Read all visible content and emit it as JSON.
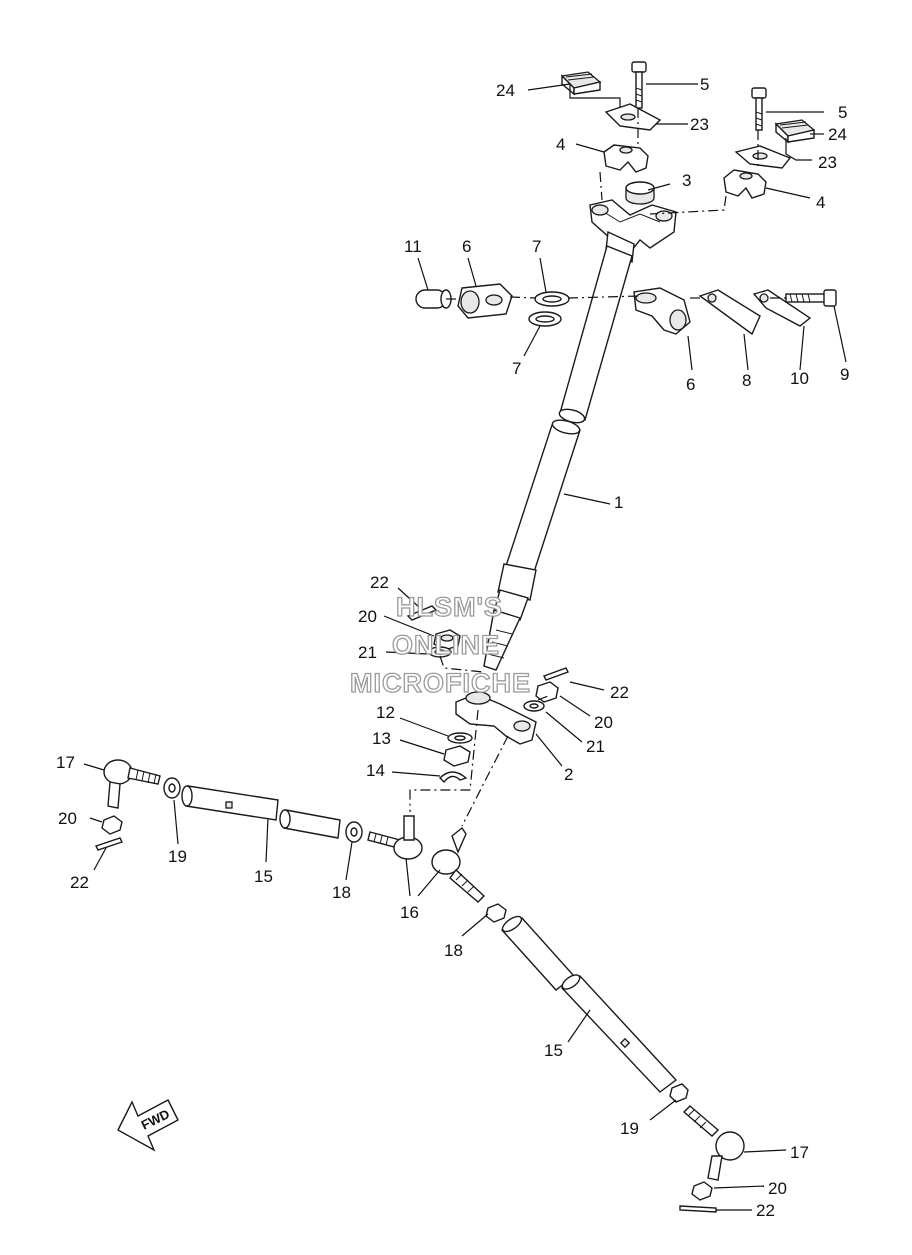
{
  "watermark": {
    "line1": "HLSM'S",
    "line2": "ONLINE",
    "line3": "MICROFICHE"
  },
  "fwd_label": "FWD",
  "labels": {
    "l1": "1",
    "l2": "2",
    "l3": "3",
    "l4a": "4",
    "l4b": "4",
    "l5a": "5",
    "l5b": "5",
    "l6a": "6",
    "l6b": "6",
    "l7a": "7",
    "l7b": "7",
    "l8": "8",
    "l9": "9",
    "l10": "10",
    "l11": "11",
    "l12": "12",
    "l13": "13",
    "l14": "14",
    "l15a": "15",
    "l15b": "15",
    "l16": "16",
    "l17a": "17",
    "l17b": "17",
    "l18a": "18",
    "l18b": "18",
    "l19a": "19",
    "l19b": "19",
    "l20a": "20",
    "l20b": "20",
    "l20c": "20",
    "l20d": "20",
    "l21a": "21",
    "l21b": "21",
    "l22a": "22",
    "l22b": "22",
    "l22c": "22",
    "l22d": "22",
    "l23a": "23",
    "l23b": "23",
    "l24a": "24",
    "l24b": "24"
  }
}
